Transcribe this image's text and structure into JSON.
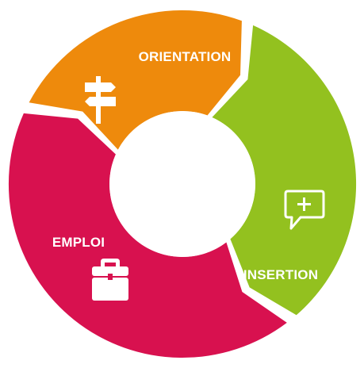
{
  "segments": [
    {
      "id": "orientation",
      "label": "ORIENTATION",
      "color": "#EE8A0C",
      "icon": "signpost-icon"
    },
    {
      "id": "insertion",
      "label": "INSERTION",
      "color": "#93C11F",
      "icon": "speech-bubble-plus-icon"
    },
    {
      "id": "emploi",
      "label": "EMPLOI",
      "color": "#D8114F",
      "icon": "briefcase-icon"
    }
  ],
  "center_color": "#FFFFFF",
  "label_color": "#FFFFFF"
}
